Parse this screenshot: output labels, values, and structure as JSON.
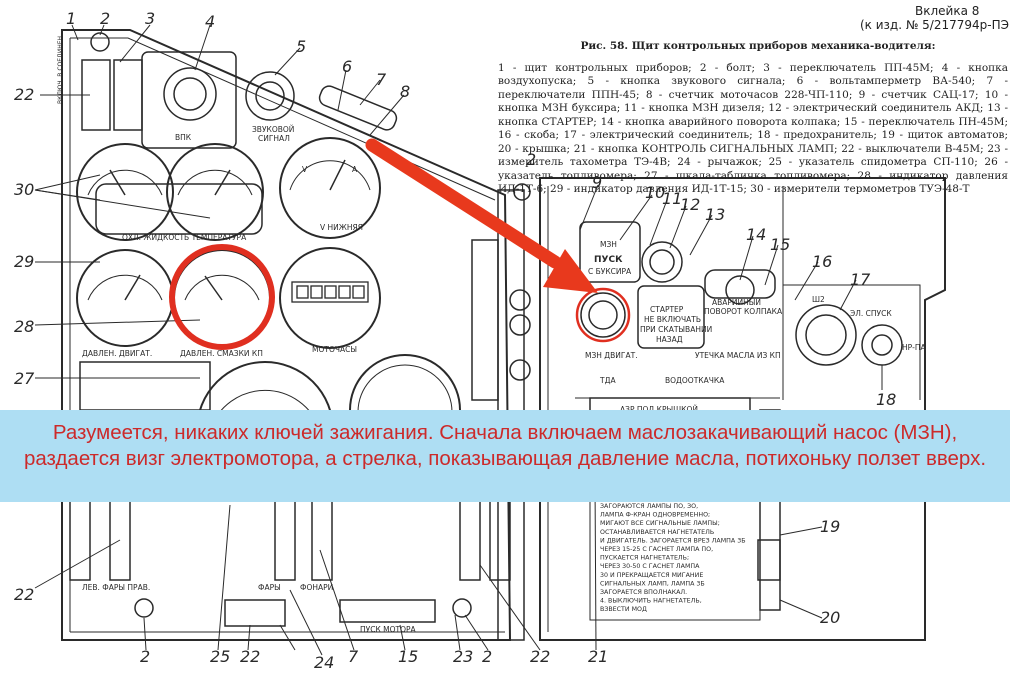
{
  "header": {
    "line1": "Вклейка 8",
    "line2": "(к изд. № 5/217794р-ПЭ"
  },
  "caption": {
    "title": "Рис. 58. Щит контрольных приборов механика-водителя:",
    "legend": "1 - щит контрольных приборов; 2 - болт; 3 - переключатель ПП-45М; 4 - кнопка воздухопуска; 5 - кнопка звукового сигнала; 6 - вольтамперметр ВА-540; 7 - переключатели ППН-45; 8 - счетчик моточасов 228-ЧП-110; 9 - счетчик САЦ-17; 10 - кнопка МЗН буксира; 11 - кнопка МЗН дизеля; 12 - электрический соединитель АКД; 13 - кнопка СТАРТЕР; 14 - кнопка аварийного поворота колпака; 15 - переключатель ПН-45М; 16 - скоба; 17 - электрический соединитель; 18 - предохранитель; 19 - щиток автоматов; 20 - крышка; 21 - кнопка КОНТРОЛЬ СИГНАЛЬНЫХ ЛАМП; 22 - выключатели В-45М; 23 - измеритель тахометра ТЭ-4В; 24 - рычажок; 25 - указатель спидометра СП-110; 26 - указатель топливомера; 27 - шкала-табличка топливомера; 28 - индикатор давления ИД-1Т-6; 29 - индикатор давления ИД-1Т-15; 30 - измерители термометров ТУЭ-48-Т"
  },
  "subtitle": {
    "text": "Разумеется, никаких ключей зажигания. Сначала включаем маслозакачивающий насос (МЗН), раздается визг электромотора, а стрелка, показывающая давление масла, потихоньку ползет вверх."
  },
  "callouts": [
    "1",
    "2",
    "3",
    "4",
    "5",
    "6",
    "7",
    "8",
    "22",
    "30",
    "29",
    "28",
    "27",
    "2",
    "9",
    "10",
    "11",
    "12",
    "13",
    "14",
    "15",
    "16",
    "17",
    "18",
    "19",
    "20",
    "21",
    "22",
    "23",
    "2",
    "15",
    "7",
    "24",
    "22",
    "25",
    "2",
    "22"
  ],
  "panel_labels": {
    "vpk": "ВПК",
    "zvukovoy": "ЗВУКОВОЙ",
    "signal": "СИГНАЛ",
    "vklyuch": "ВКЛЮЧ. В СОЕДИНЕН",
    "temp": "ОХЛ. ЖИДКОСТЬ ТЕМПЕРАТУРА",
    "davlen_dvig": "ДАВЛЕН. ДВИГАТ.",
    "davlen_smazki": "ДАВЛЕН. СМАЗКИ КП",
    "motochasy": "МОТОЧАСЫ",
    "mzn_buksira": "МЗН",
    "pusk": "ПУСК",
    "s_buksira": "С БУКСИРА",
    "starter_1": "СТАРТЕР",
    "starter_2": "НЕ ВКЛЮЧАТЬ",
    "starter_3": "ПРИ СКАТЫВАНИИ",
    "starter_4": "НАЗАД",
    "avar_1": "АВАРИЙНЫЙ",
    "avar_2": "ПОВОРОТ КОЛПАКА",
    "mzn_dvig": "МЗН ДВИГАТ.",
    "utechka": "УТЕЧКА МАСЛА ИЗ КП",
    "sh2": "Ш2",
    "el_spusk": "ЭЛ. СПУСК",
    "tda": "ТДА",
    "vodootkachka": "ВОДООТКАЧКА",
    "azr": "АЗР ПОД КРЫШКОЙ",
    "lev_fary_prav": "ЛЕВ. ФАРЫ ПРАВ.",
    "fonari": "ФОНАРИ",
    "pusk_motora": "ПУСК МОТОРА",
    "vkl_fary": "ФАРЫ",
    "volts": "V",
    "ampers": "A",
    "nizhn": "V НИЖНЯЯ",
    "np_pa": "НР-ПА"
  },
  "instructions_plate": {
    "lines": [
      "ЗАГОРАЮТСЯ ЛАМПЫ ПО, ЗО,",
      "ЛАМПА Ф-КРАН ОДНОВРЕМЕННО;",
      "МИГАЮТ ВСЕ СИГНАЛЬНЫЕ ЛАМПЫ;",
      "ОСТАНАВЛИВАЕТСЯ НАГНЕТАТЕЛЬ",
      "И ДВИГАТЕЛЬ. ЗАГОРАЕТСЯ ВРЕЗ ЛАМПА 3Б",
      "ЧЕРЕЗ 15-25 С ГАСНЕТ ЛАМПА ПО,",
      "ПУСКАЕТСЯ НАГНЕТАТЕЛЬ;",
      "ЧЕРЕЗ 30-50 С ГАСНЕТ ЛАМПА",
      "30 И ПРЕКРАЩАЕТСЯ МИГАНИЕ",
      "СИГНАЛЬНЫХ ЛАМП, ЛАМПА 3Б",
      "ЗАГОРАЕТСЯ ВПОЛНАКАЛ.",
      "4. ВЫКЛЮЧИТЬ НАГНЕТАТЕЛЬ,",
      "ВЗВЕСТИ МОД"
    ]
  },
  "colors": {
    "highlight": "#e02f20",
    "arrow": "#e8391d",
    "banner_bg": "#aedef3",
    "banner_text": "#cc2a2a",
    "ink": "#2a2a2a"
  }
}
